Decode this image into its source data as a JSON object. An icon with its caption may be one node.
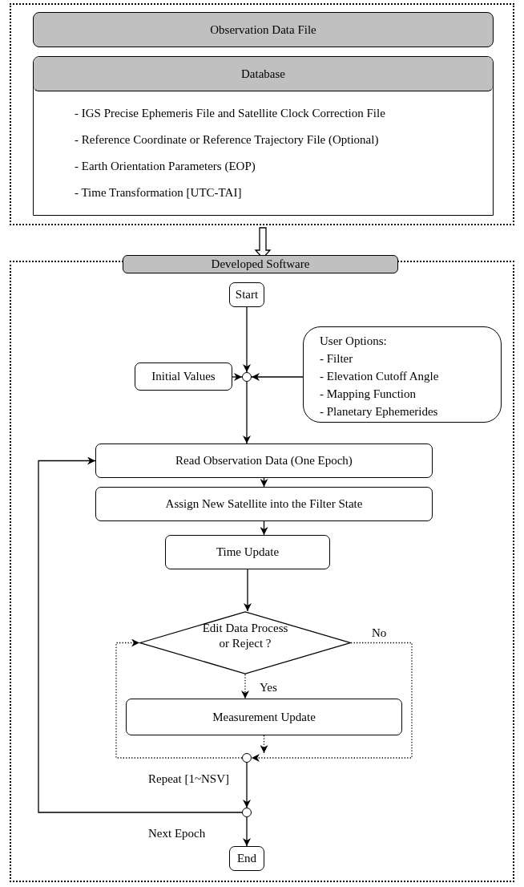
{
  "diagram": {
    "nodes": [
      {
        "text": [],
        "shape": "box"
      },
      {
        "text": [
          "Observation Data File"
        ],
        "in": 0
      },
      {
        "text": [
          "Database",
          "- IGS Precise Ephemeris File and Satellite Clock Correction File",
          "- Reference Coordinate or Reference Trajectory File (Optional)",
          "- Earth Orientation Parameters (EOP)",
          "- Time Transformation [UTC-TAI]"
        ],
        "in": 0
      },
      {
        "text": [
          "Developed Software"
        ]
      },
      {
        "text": [
          "Start"
        ],
        "in": 3
      },
      {
        "text": [],
        "shape": "circle",
        "in": 3
      },
      {
        "text": [
          "Initial Values"
        ],
        "in": 3
      },
      {
        "text": [
          "User Options:",
          "- Filter",
          "- Elevation Cutoff Angle",
          "- Mapping Function",
          "- Planetary Ephemerides"
        ],
        "in": 3
      },
      {
        "text": [
          "Read Observation Data (One Epoch)"
        ],
        "in": 3
      },
      {
        "text": [
          "Assign New Satellite into the Filter State"
        ],
        "in": 3
      },
      {
        "text": [
          "Time Update"
        ],
        "in": 3
      },
      {
        "text": [
          "Edit Data Process or Reject ?"
        ],
        "in": 3
      },
      {
        "text": [
          "Measurement Update"
        ],
        "in": 3
      },
      {
        "text": [],
        "shape": "circle",
        "in": 3
      },
      {
        "text": [],
        "shape": "circle",
        "in": 3
      },
      {
        "text": [
          "End"
        ],
        "in": 3
      }
    ],
    "edges": [
      {
        "from": 0,
        "to": 3,
        "arrow": "to",
        "style": "thick"
      },
      {
        "from": 4,
        "to": 5,
        "arrow": "to"
      },
      {
        "from": 6,
        "to": 5,
        "arrow": "to"
      },
      {
        "from": 7,
        "to": 5,
        "arrow": "to"
      },
      {
        "from": 5,
        "to": 8,
        "arrow": "to"
      },
      {
        "from": 8,
        "to": 9,
        "arrow": "to"
      },
      {
        "from": 9,
        "to": 10,
        "arrow": "to"
      },
      {
        "from": 10,
        "to": 11,
        "arrow": "to"
      },
      {
        "from": 11,
        "to": 12,
        "arrow": "to",
        "style": "dashed",
        "label": "Yes"
      },
      {
        "from": 12,
        "to": 13,
        "arrow": "to",
        "style": "dashed"
      },
      {
        "from": 11,
        "to": 13,
        "arrow": "to",
        "style": "dashed",
        "label": "No"
      },
      {
        "from": 13,
        "to": 11,
        "arrow": "to",
        "style": "dashed"
      },
      {
        "from": 13,
        "to": 14,
        "arrow": "to",
        "label": "Repeat [1~NSV]"
      },
      {
        "from": 14,
        "to": 8,
        "arrow": "to"
      },
      {
        "from": 14,
        "to": 15,
        "arrow": "to",
        "label": "Next Epoch"
      }
    ]
  }
}
